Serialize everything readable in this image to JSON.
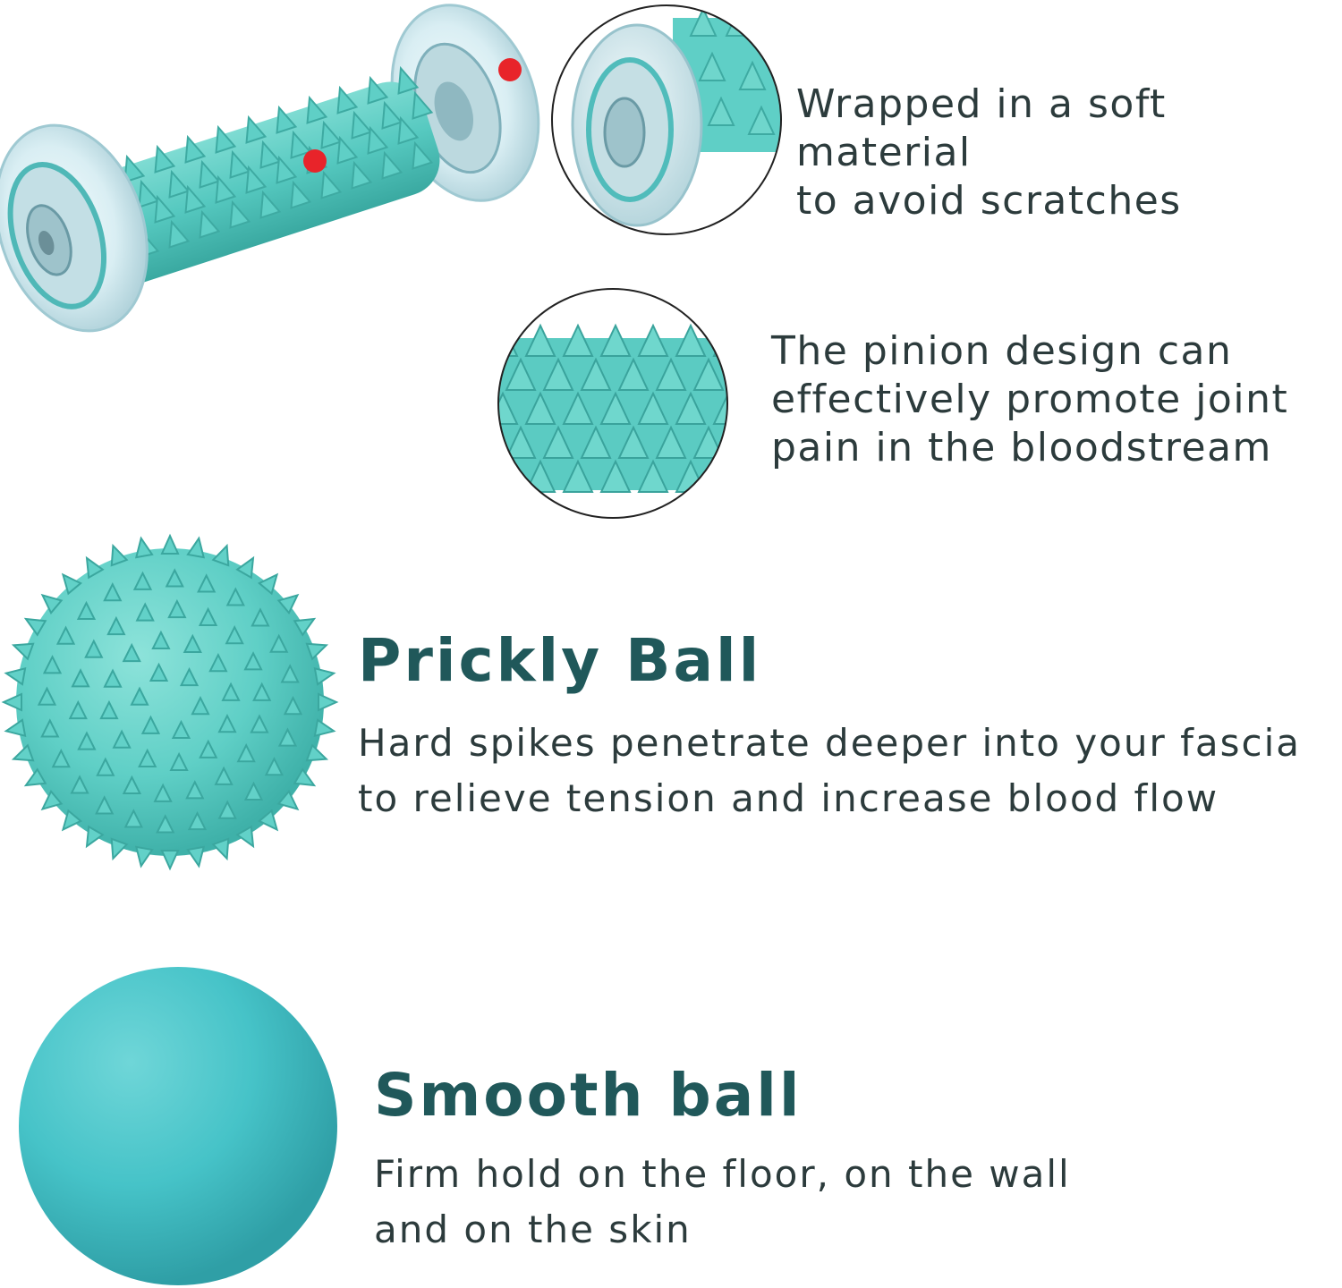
{
  "features": {
    "wheel_cover": {
      "text": "Wrapped in a soft material\nto avoid scratches"
    },
    "pinion_design": {
      "text": "The pinion design can\neffectively promote joint\npain in the bloodstream"
    }
  },
  "products": {
    "prickly_ball": {
      "title": "Prickly Ball",
      "description": "Hard spikes penetrate deeper into your fascia\nto relieve tension and increase blood flow"
    },
    "smooth_ball": {
      "title": "Smooth ball",
      "description": "Firm hold on the floor, on the wall\nand on the skin"
    }
  },
  "colors": {
    "product_teal": "#5fcfc6",
    "title_teal": "#20585a",
    "text_dark": "#2c3b3c",
    "marker_red": "#e8242a",
    "smooth_ball": "#46c3c8"
  }
}
